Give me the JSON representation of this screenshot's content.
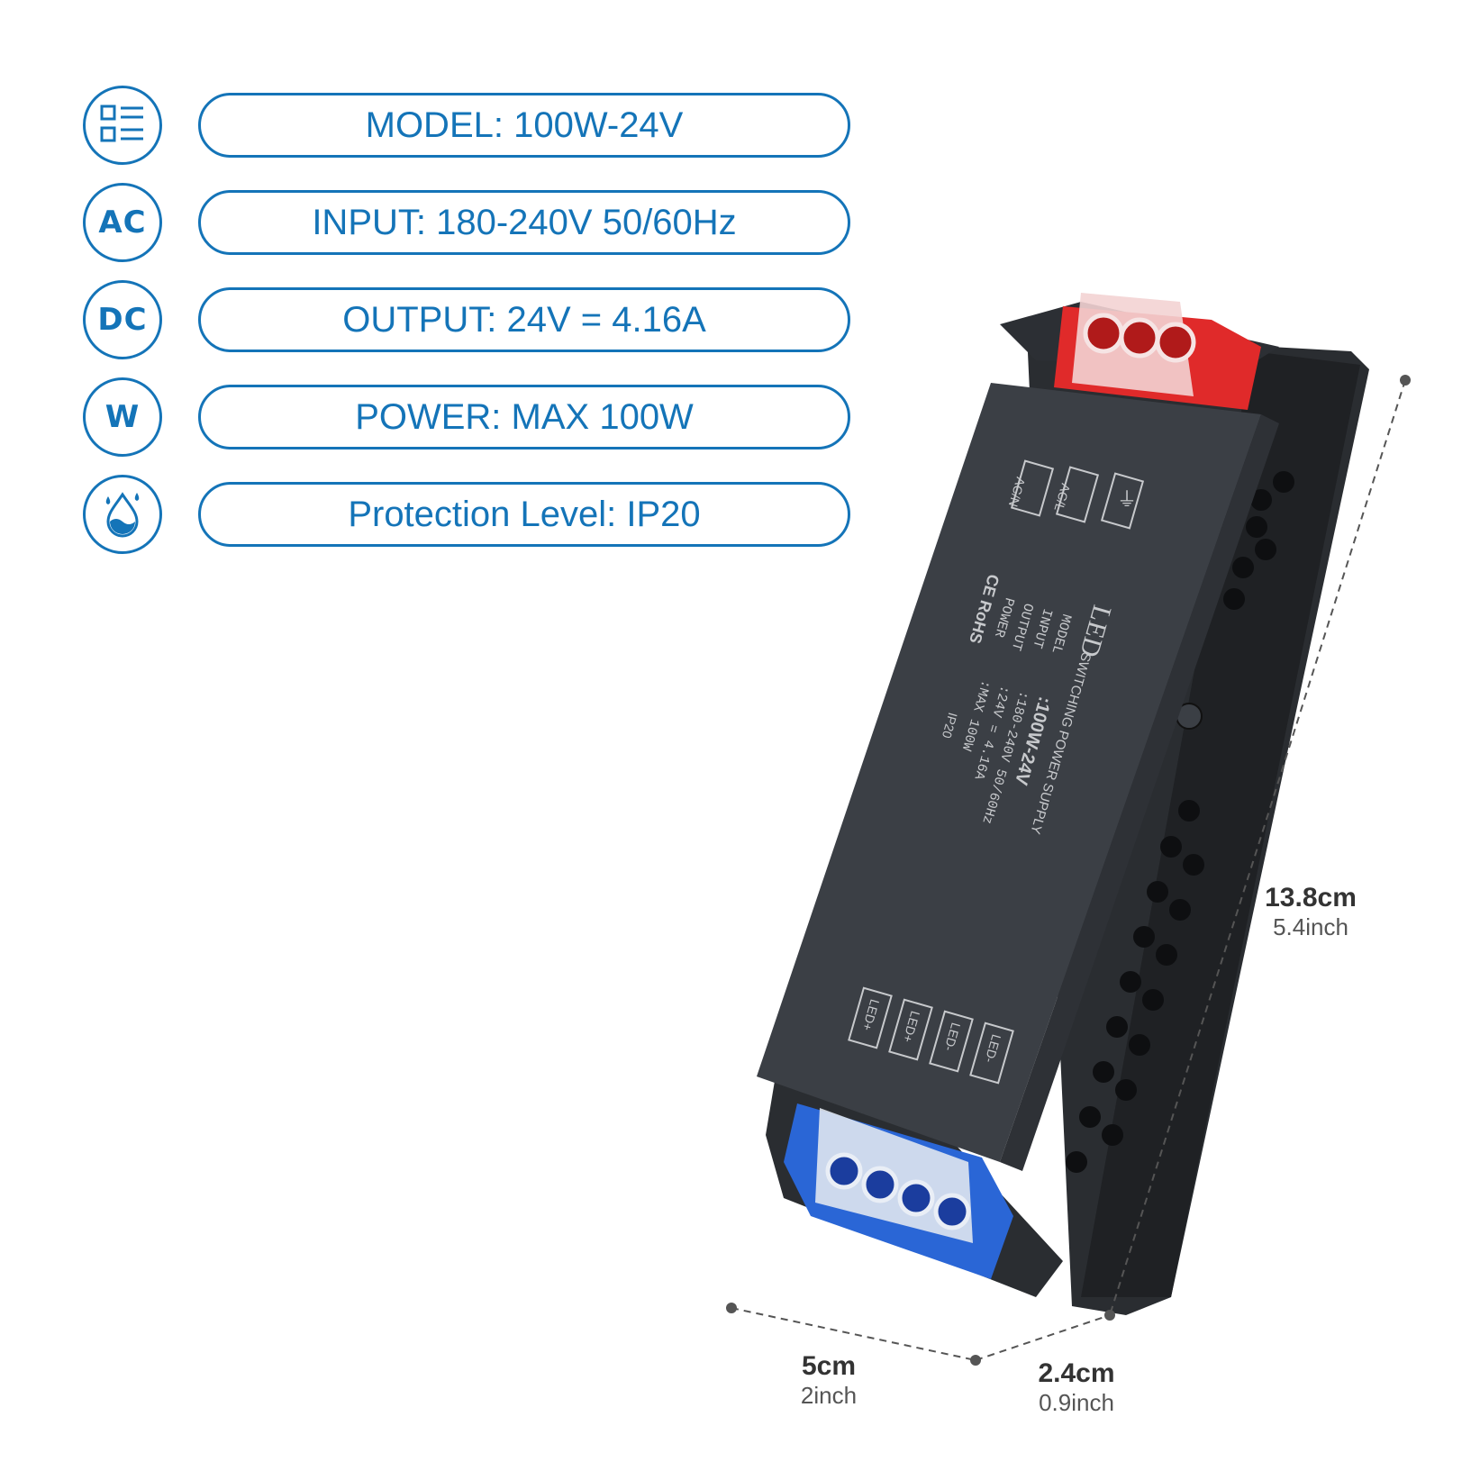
{
  "specs": [
    {
      "icon": "list-icon",
      "abbr": "",
      "text": "MODEL: 100W-24V"
    },
    {
      "icon": "ac-icon",
      "abbr": "AC",
      "text": "INPUT: 180-240V 50/60Hz"
    },
    {
      "icon": "dc-icon",
      "abbr": "DC",
      "text": "OUTPUT: 24V = 4.16A"
    },
    {
      "icon": "watt-icon",
      "abbr": "W",
      "text": "POWER: MAX 100W"
    },
    {
      "icon": "water-drop-icon",
      "abbr": "",
      "text": "Protection Level: IP20"
    }
  ],
  "label": {
    "brand": "LED",
    "subtitle": "SWITCHING POWER SUPPLY",
    "model_key": "MODEL",
    "model_val": ":100W-24V",
    "input_key": "INPUT",
    "input_val": ":180-240V 50/60Hz",
    "output_key": "OUTPUT",
    "output_val": ":24V = 4.16A",
    "power_key": "POWER",
    "power_val": ":MAX 100W",
    "cert": "CE RoHS",
    "ip": "IP20",
    "terminal_in": [
      "AC/N",
      "AC/L",
      "⏚"
    ],
    "terminal_out": [
      "LED+",
      "LED+",
      "LED-",
      "LED-"
    ]
  },
  "dimensions": {
    "length_cm": "13.8cm",
    "length_in": "5.4inch",
    "width_cm": "5cm",
    "width_in": "2inch",
    "height_cm": "2.4cm",
    "height_in": "0.9inch"
  },
  "colors": {
    "accent": "#1474b8",
    "housing": "#3b3f45",
    "input_terminal": "#e02a2a",
    "output_terminal": "#2a66d6"
  }
}
